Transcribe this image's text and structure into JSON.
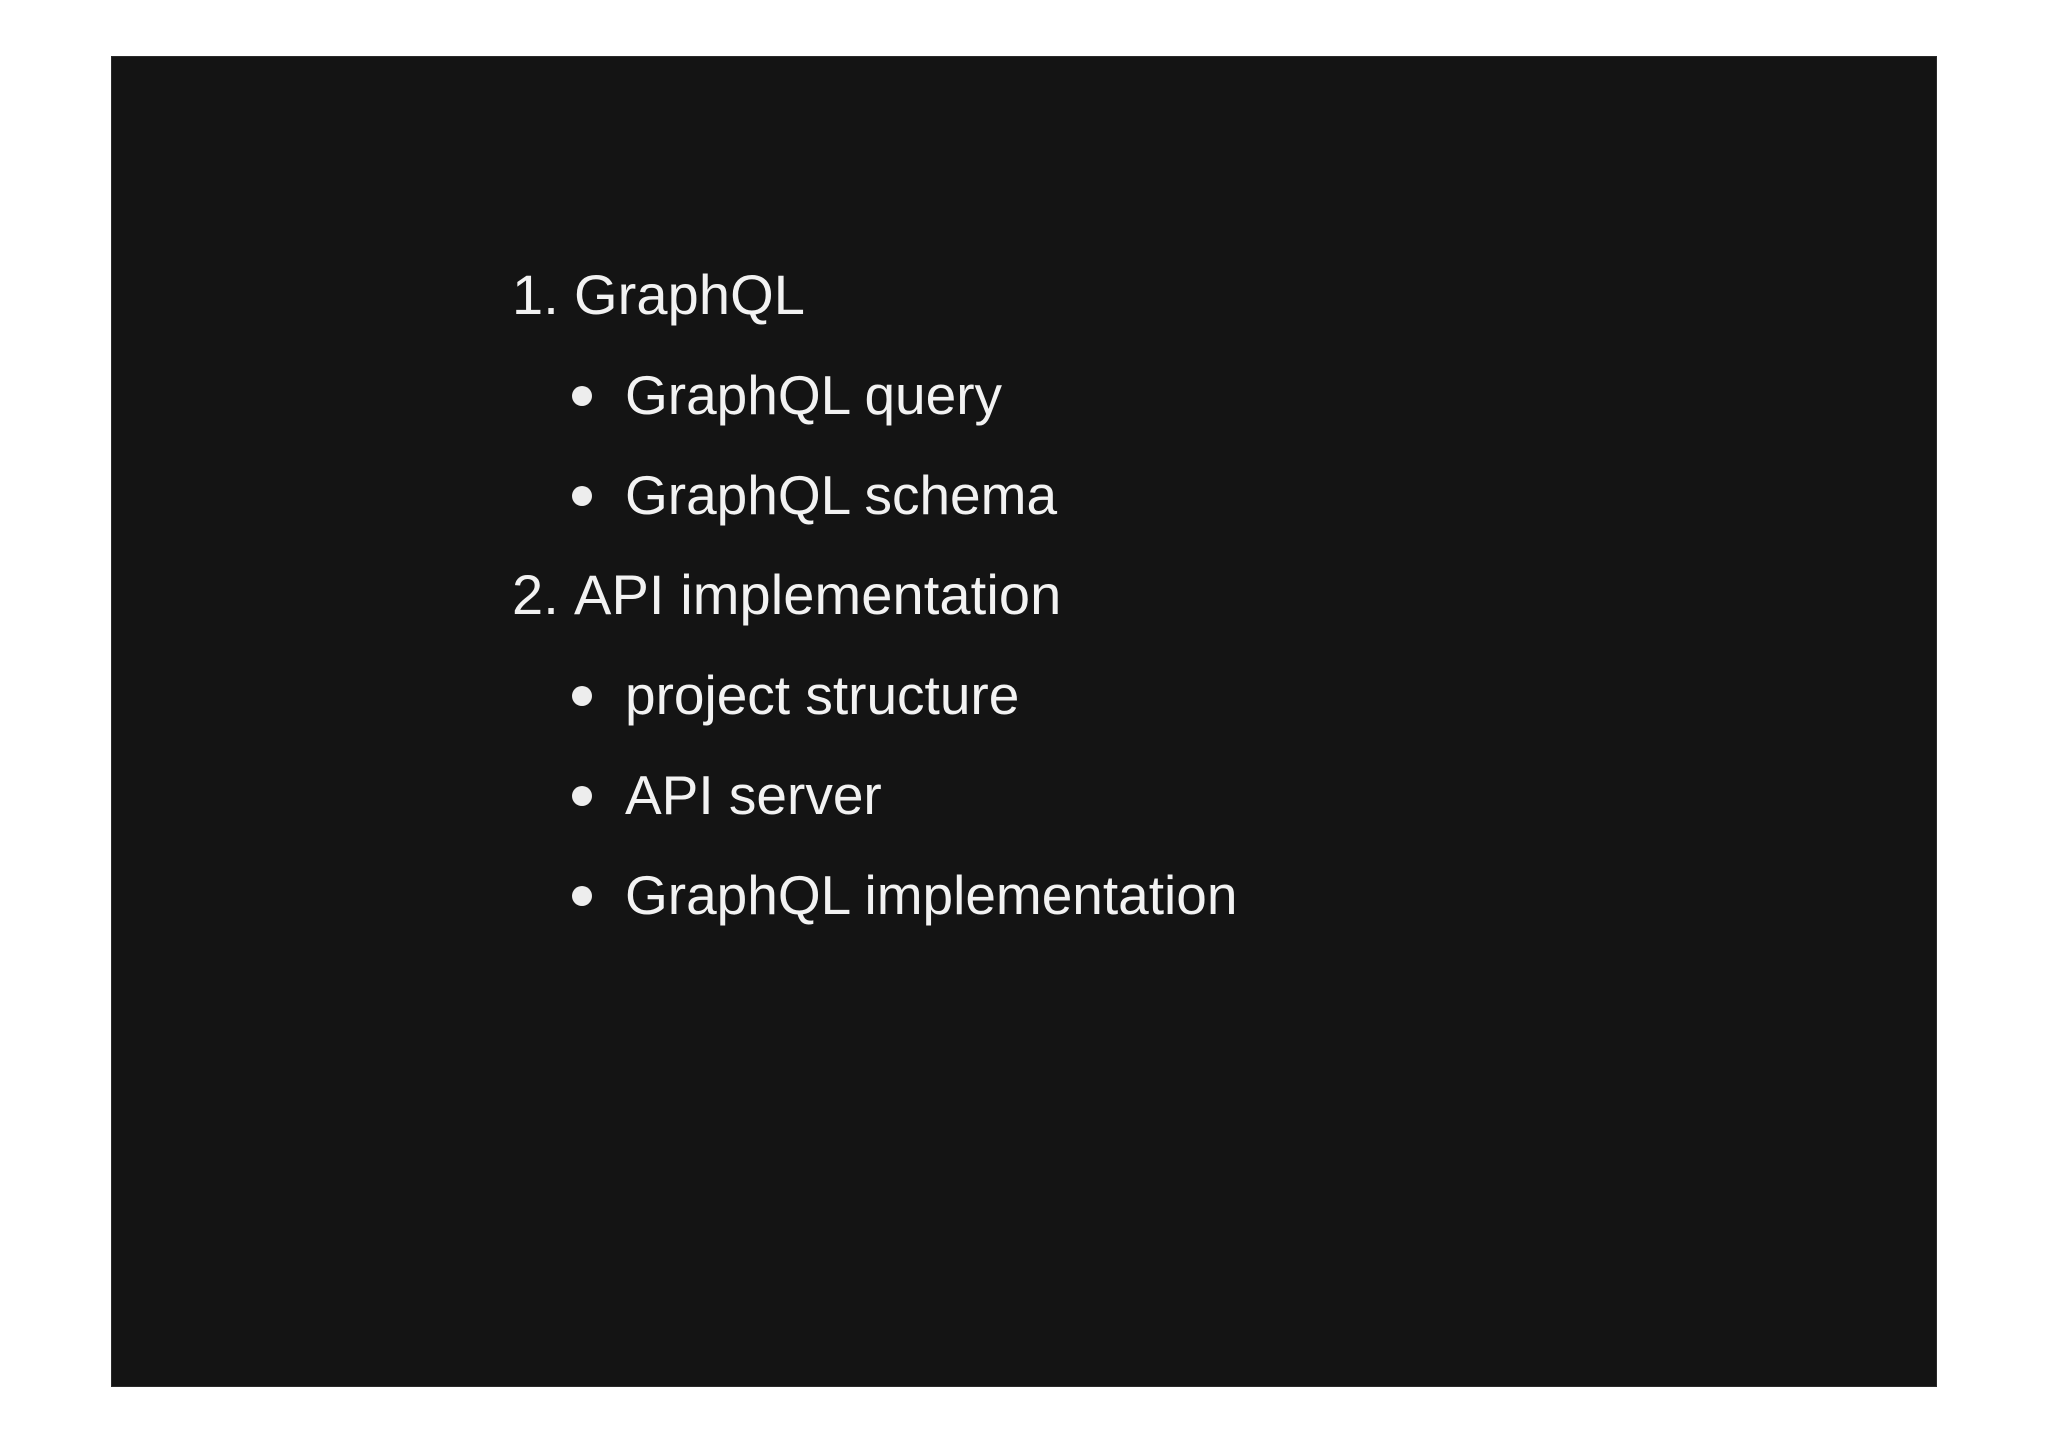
{
  "slide": {
    "background_color": "#141414",
    "page_background_color": "#ffffff",
    "text_color": "#f2f2f2",
    "bullet_color": "#ededed",
    "items": [
      {
        "marker": "1.",
        "label": "GraphQL",
        "children": [
          {
            "bullet": "bullet-dot",
            "label": "GraphQL query"
          },
          {
            "bullet": "bullet-dot",
            "label": "GraphQL schema"
          }
        ]
      },
      {
        "marker": "2.",
        "label": "API implementation",
        "children": [
          {
            "bullet": "bullet-dot",
            "label": "project structure"
          },
          {
            "bullet": "bullet-dot",
            "label": "API server"
          },
          {
            "bullet": "bullet-dot",
            "label": "GraphQL implementation"
          }
        ]
      }
    ]
  }
}
